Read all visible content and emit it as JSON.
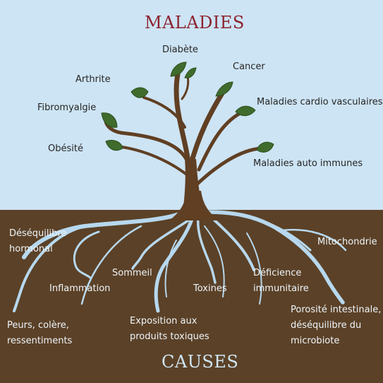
{
  "colors": {
    "sky": "#cde4f4",
    "soil": "#5b4127",
    "trunk": "#603f23",
    "leaf": "#3f6b2c",
    "root": "#b7d8ee",
    "title_top": "#8c2330",
    "title_bottom": "#cfe6f5"
  },
  "title_top": "MALADIES",
  "title_bottom": "CAUSES",
  "diseases": {
    "diabete": "Diabète",
    "cancer": "Cancer",
    "arthrite": "Arthrite",
    "cardio": "Maladies cardio vasculaires",
    "fibromyalgie": "Fibromyalgie",
    "obesite": "Obésité",
    "auto_immunes": "Maladies auto immunes"
  },
  "causes": {
    "desequilibre_hormonal": "Déséquilibre hormonal",
    "mitochondrie": "Mitochondrie",
    "sommeil": "Sommeil",
    "inflammation": "Inflammation",
    "toxines": "Toxines",
    "deficience_immunitaire": "Déficience immunitaire",
    "peurs": "Peurs, colère, ressentiments",
    "exposition": "Exposition aux produits toxiques",
    "porosite": "Porosité intestinale, déséquilibre du microbiote"
  }
}
